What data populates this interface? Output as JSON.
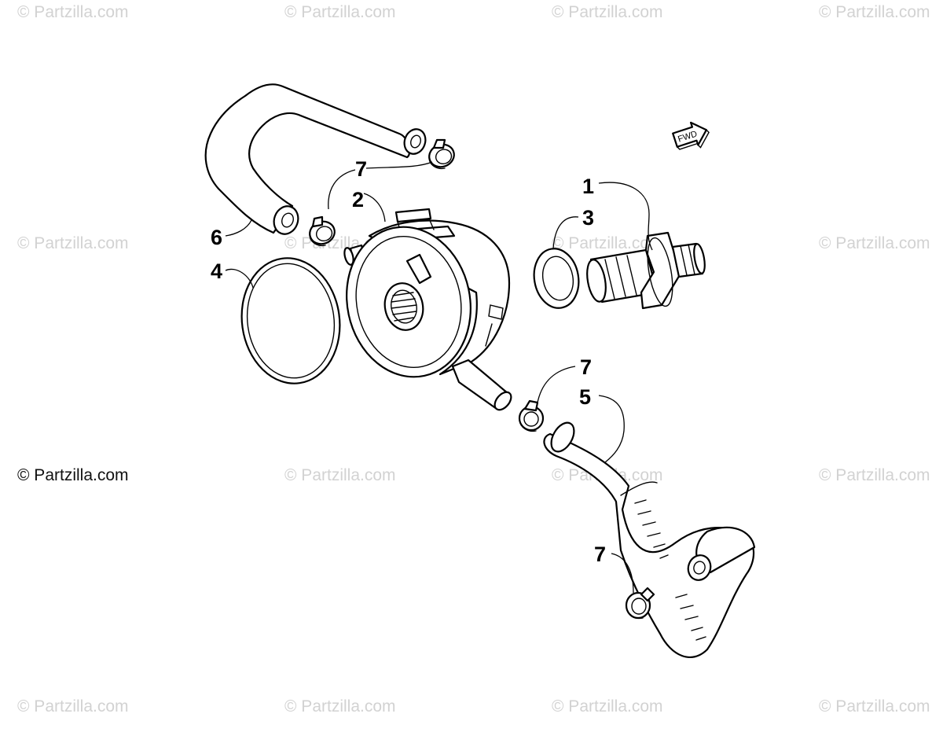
{
  "watermark": {
    "text": "© Partzilla.com",
    "emphasized_text": "© Partzilla.com"
  },
  "direction_marker": {
    "label": "FWD"
  },
  "callouts": [
    {
      "id": "callout-1",
      "label": "1",
      "part": "fitting"
    },
    {
      "id": "callout-2",
      "label": "2",
      "part": "oil-cooler"
    },
    {
      "id": "callout-3",
      "label": "3",
      "part": "washer"
    },
    {
      "id": "callout-4",
      "label": "4",
      "part": "o-ring"
    },
    {
      "id": "callout-5",
      "label": "5",
      "part": "lower-hose"
    },
    {
      "id": "callout-6",
      "label": "6",
      "part": "upper-hose"
    },
    {
      "id": "callout-7a",
      "label": "7",
      "part": "clamp-upper-right"
    },
    {
      "id": "callout-7b",
      "label": "7",
      "part": "clamp-upper-left"
    },
    {
      "id": "callout-7c",
      "label": "7",
      "part": "clamp-middle"
    },
    {
      "id": "callout-7d",
      "label": "7",
      "part": "clamp-lower"
    }
  ],
  "colors": {
    "line": "#000000",
    "background": "#ffffff",
    "watermark": "#d2d2d2"
  }
}
